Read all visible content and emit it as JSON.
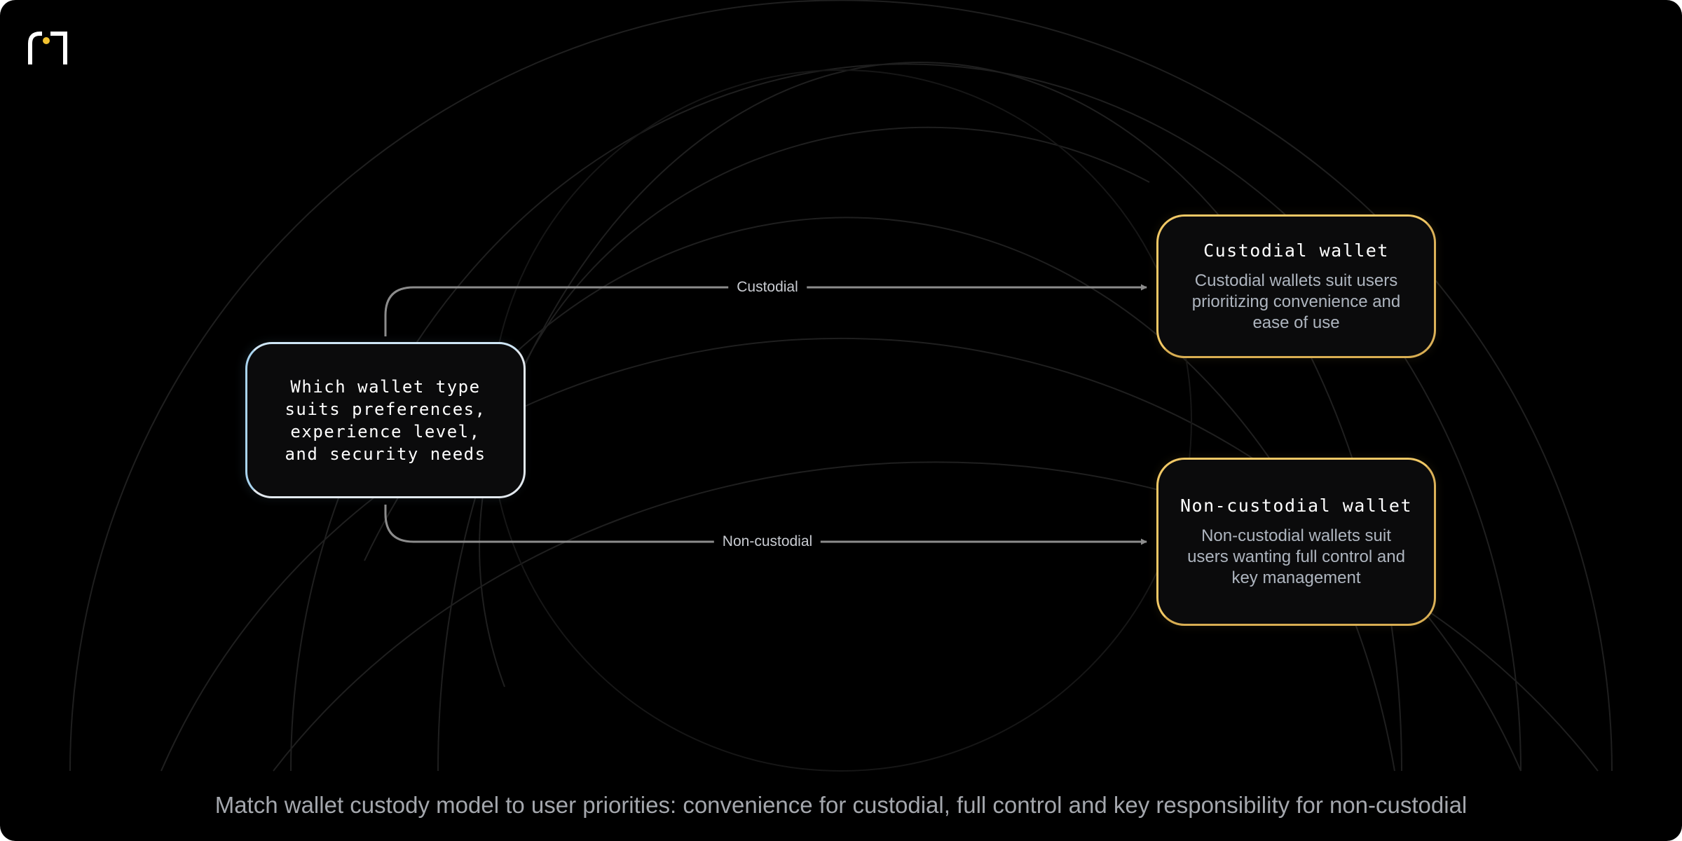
{
  "question": {
    "text": "Which wallet type\nsuits preferences,\nexperience level,\nand security needs"
  },
  "edges": [
    {
      "label": "Custodial"
    },
    {
      "label": "Non-custodial"
    }
  ],
  "results": [
    {
      "title": "Custodial wallet",
      "description": "Custodial wallets suit users prioritizing convenience and ease of use"
    },
    {
      "title": "Non-custodial wallet",
      "description": "Non-custodial wallets suit users wanting full control and key management"
    }
  ],
  "caption": "Match wallet custody model to user priorities: convenience for custodial, full control and key responsibility for non-custodial",
  "colors": {
    "background": "#000000",
    "question_border": "#e2e8ee",
    "result_border": "#f1c865",
    "connector": "#8c8c8c",
    "caption": "#a4a7ad"
  }
}
